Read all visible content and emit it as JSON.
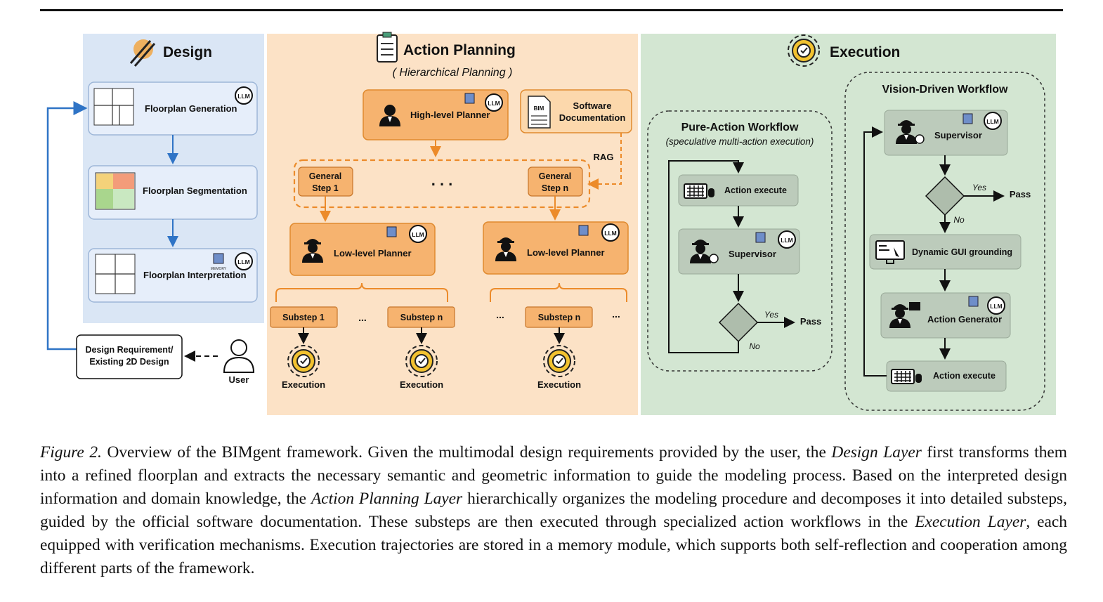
{
  "design": {
    "title": "Design",
    "step1": "Floorplan  Generation",
    "step2": "Floorplan Segmentation",
    "step3": "Floorplan Interpretation",
    "input_line1": "Design Requirement/",
    "input_line2": "Existing 2D Design",
    "user_label": "User"
  },
  "planning": {
    "title": "Action Planning",
    "subtitle": "( Hierarchical Planning )",
    "high_level": "High-level Planner",
    "doc_line1": "Software",
    "doc_line2": "Documentation",
    "doc_icon_text": "BIM",
    "rag": "RAG",
    "general_step1_a": "General",
    "general_step1_b": "Step 1",
    "general_stepn_a": "General",
    "general_stepn_b": "Step n",
    "ellipsis": ". . .",
    "low_level": "Low-level Planner",
    "substep1": "Substep 1",
    "substepn": "Substep n",
    "dots": "...",
    "execution": "Execution"
  },
  "badges": {
    "llm": "LLM",
    "memory": "MEMORY"
  },
  "execution": {
    "title": "Execution",
    "pure_title": "Pure-Action Workflow",
    "pure_subtitle": "(speculative multi-action execution)",
    "action_execute": "Action execute",
    "supervisor": "Supervisor",
    "yes": "Yes",
    "no": "No",
    "pass": "Pass",
    "vision_title": "Vision-Driven Workflow",
    "gui_grounding": "Dynamic GUI grounding",
    "action_generator": "Action Generator"
  },
  "caption": {
    "label": "Figure 2.",
    "t1": " Overview of the BIMgent framework. Given the multimodal design requirements provided by the user, the ",
    "e1": "Design Layer",
    "t2": " first transforms them into a refined floorplan and extracts the necessary semantic and geometric information to guide the modeling process. Based on the interpreted design information and domain knowledge, the ",
    "e2": "Action Planning Layer",
    "t3": " hierarchically organizes the modeling procedure and decomposes it into detailed substeps, guided by the official software documentation. These substeps are then executed through specialized action workflows in the ",
    "e3": "Execution Layer",
    "t4": ", each equipped with verification mechanisms. Execution trajectories are stored in a memory module, which supports both self-reflection and cooperation among different parts of the framework."
  },
  "colors": {
    "design_bg": "#dae6f5",
    "planning_bg": "#fce2c6",
    "execution_bg": "#d3e6d2",
    "orange_node": "#f6b36f",
    "arrow_blue": "#2f74c6",
    "arrow_orange": "#ec8b2a"
  }
}
